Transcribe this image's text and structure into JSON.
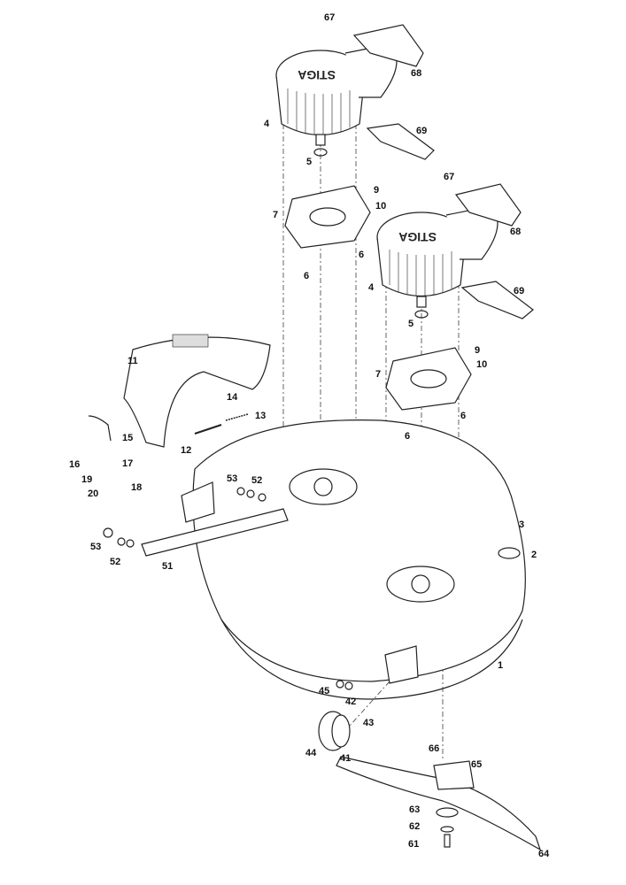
{
  "diagram": {
    "title": "Cutting deck exploded parts view",
    "brand_logo": "STIGA",
    "callouts": [
      "67",
      "68",
      "4",
      "69",
      "5",
      "9",
      "10",
      "7",
      "67",
      "6",
      "6",
      "68",
      "4",
      "69",
      "5",
      "9",
      "10",
      "11",
      "7",
      "14",
      "13",
      "6",
      "6",
      "15",
      "12",
      "17",
      "16",
      "19",
      "18",
      "20",
      "53",
      "52",
      "3",
      "2",
      "53",
      "52",
      "51",
      "1",
      "45",
      "42",
      "43",
      "44",
      "41",
      "66",
      "65",
      "63",
      "62",
      "61",
      "64"
    ]
  },
  "colors": {
    "line": "#222222",
    "fill": "#ffffff",
    "shade": "#dddddd"
  }
}
